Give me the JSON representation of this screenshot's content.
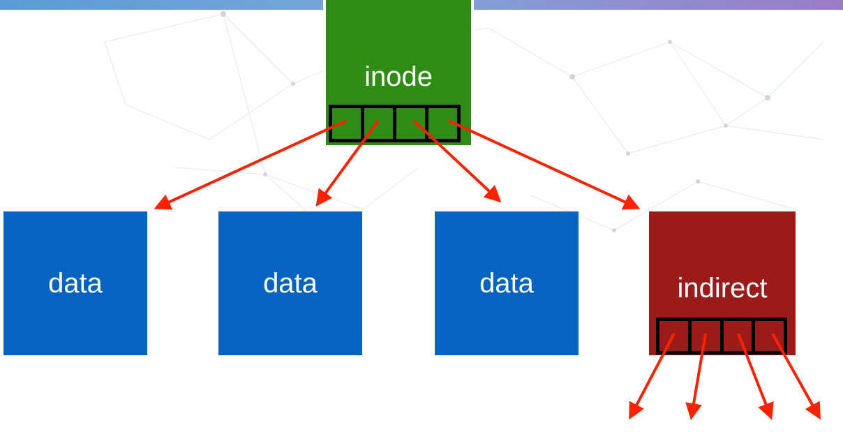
{
  "diagram": {
    "inode": {
      "label": "inode",
      "slot_count": 4
    },
    "data_blocks": [
      {
        "label": "data"
      },
      {
        "label": "data"
      },
      {
        "label": "data"
      }
    ],
    "indirect": {
      "label": "indirect",
      "slot_count": 4
    },
    "colors": {
      "inode": "#2e8b16",
      "data": "#0563c1",
      "indirect": "#9b1b1b",
      "arrow": "#ff2200",
      "slot_border": "#000000"
    }
  }
}
